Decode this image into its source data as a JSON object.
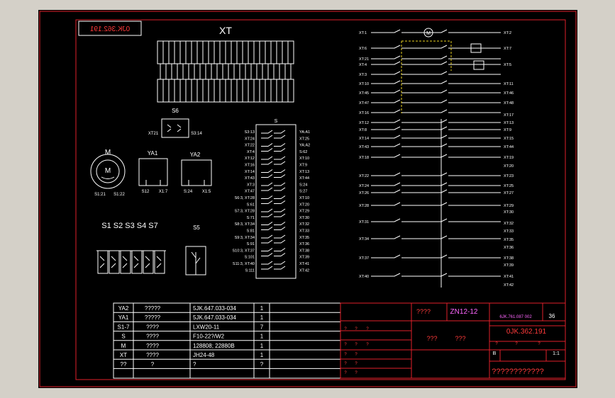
{
  "colors": {
    "background": "#000000",
    "frame": "#e0202a",
    "lines": "#ffffff",
    "title_accent": "#ff66ff",
    "dashed_link": "#e8d020"
  },
  "drawing": {
    "stamp_code": "0JK.362.191",
    "terminal_title": "XT",
    "motor_label": "M",
    "motor_terminals": [
      "S1:21",
      "S1:22"
    ],
    "ya1_label": "YA1",
    "ya1_terminals": [
      "S12",
      "X1:7"
    ],
    "ya2_label": "YA2",
    "ya2_terminals": [
      "S:24",
      "X1:5"
    ],
    "s6_label": "S6",
    "s6_terminals": [
      "XT21",
      "S3:14"
    ],
    "switch_group_label": "S1 S2 S3 S4 S7",
    "s5_label": "S5",
    "s_box_label": "S",
    "s_left_labels": [
      "S3:13",
      "XT:24",
      "XT:22",
      "XT:4",
      "XT:12",
      "XT:16",
      "XT:14",
      "XT:43",
      "XT:3",
      "XT:47",
      "S6:3, XT:28",
      "S:61",
      "S7:3, XT:28",
      "S:71",
      "S8:3, XT:34",
      "S:81",
      "S9:3, XT:34",
      "S:91",
      "S10:3, XT:37",
      "S:101",
      "S11:3, XT:40",
      "S:111"
    ],
    "s_right_labels": [
      "YA:A1",
      "XT:25",
      "YA:A2",
      "S:62",
      "XT:10",
      "XT:9",
      "XT:13",
      "XT:44",
      "S:24",
      "S:27",
      "XT:10",
      "XT:20",
      "XT:29",
      "XT:30",
      "XT:32",
      "XT:33",
      "XT:35",
      "XT:36",
      "XT:38",
      "XT:39",
      "XT:41",
      "XT:42"
    ],
    "ladder_left": [
      "XT:1",
      "XT:6",
      "XT:21",
      "XT:4",
      "XT:3",
      "XT:10",
      "XT:45",
      "XT:47",
      "XT:16",
      "XT:12",
      "XT:8",
      "XT:14",
      "XT:43",
      "XT:18",
      "XT:22",
      "XT:24",
      "XT:26",
      "XT:28",
      "XT:31",
      "XT:34",
      "XT:37",
      "XT:40"
    ],
    "ladder_right": [
      "XT:2",
      "XT:7",
      "XT:5",
      "XT:11",
      "XT:46",
      "XT:48",
      "XT:17",
      "XT:13",
      "XT:9",
      "XT:15",
      "XT:44",
      "XT:19",
      "XT:20",
      "XT:23",
      "XT:25",
      "XT:27",
      "XT:29",
      "XT:30",
      "XT:32",
      "XT:33",
      "XT:35",
      "XT:36",
      "XT:38",
      "XT:39",
      "XT:41",
      "XT:42"
    ]
  },
  "parts_list": [
    {
      "code": "YA2",
      "name": "?????",
      "spec": "5JK.647.033-034",
      "qty": "1"
    },
    {
      "code": "YA1",
      "name": "?????",
      "spec": "5JK.647.033-034",
      "qty": "1"
    },
    {
      "code": "S1-7",
      "name": "????",
      "spec": "LXW20-11",
      "qty": "7"
    },
    {
      "code": "S",
      "name": "????",
      "spec": "F10-22?/W2",
      "qty": "1"
    },
    {
      "code": "M",
      "name": "????",
      "spec": "128808; 22880B",
      "qty": "1"
    },
    {
      "code": "XT",
      "name": "????",
      "spec": "JH24-48",
      "qty": "1"
    },
    {
      "code": "??",
      "name": "?",
      "spec": "?",
      "qty": "?"
    }
  ],
  "title_block": {
    "cell_label": "????",
    "model": "ZN12-12",
    "company": "6JK.761.087 002",
    "sheet": "36",
    "drawing_code": "0JK.362.191",
    "mid_left": "???",
    "mid_right": "???",
    "scale": "1:1",
    "stage": "B",
    "name": "????????????",
    "small_marks": "?"
  }
}
